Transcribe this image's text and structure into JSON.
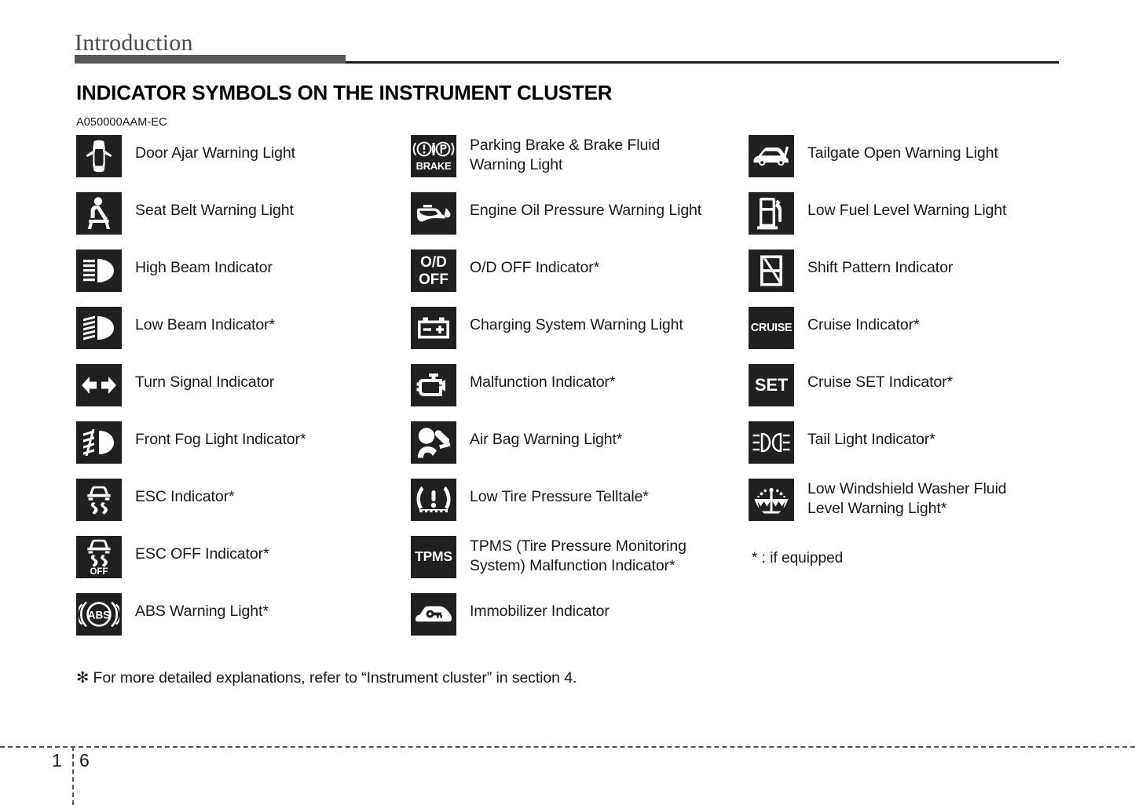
{
  "header": {
    "chapter_title": "Introduction",
    "section_title": "INDICATOR SYMBOLS ON THE INSTRUMENT CLUSTER",
    "doc_code": "A050000AAM-EC"
  },
  "icon_text": {
    "brake": "BRAKE",
    "od": "O/D",
    "od_off": "OFF",
    "cruise": "CRUISE",
    "set": "SET",
    "tpms": "TPMS",
    "esc_off": "OFF",
    "abs": "ABS"
  },
  "columns": [
    {
      "id": "col-1",
      "items": [
        {
          "icon": "door-ajar-icon",
          "label": "Door Ajar Warning Light"
        },
        {
          "icon": "seat-belt-icon",
          "label": "Seat Belt Warning Light"
        },
        {
          "icon": "high-beam-icon",
          "label": "High Beam Indicator"
        },
        {
          "icon": "low-beam-icon",
          "label": "Low Beam Indicator*"
        },
        {
          "icon": "turn-signal-icon",
          "label": "Turn Signal Indicator"
        },
        {
          "icon": "front-fog-light-icon",
          "label": "Front Fog Light Indicator*"
        },
        {
          "icon": "esc-icon",
          "label": "ESC Indicator*"
        },
        {
          "icon": "esc-off-icon",
          "label": "ESC OFF Indicator*"
        },
        {
          "icon": "abs-icon",
          "label": "ABS Warning Light*"
        }
      ]
    },
    {
      "id": "col-2",
      "items": [
        {
          "icon": "parking-brake-icon",
          "label_line1": "Parking Brake & Brake Fluid",
          "label_line2": "Warning Light"
        },
        {
          "icon": "engine-oil-pressure-icon",
          "label": "Engine Oil Pressure Warning Light"
        },
        {
          "icon": "od-off-icon",
          "label": "O/D OFF Indicator*"
        },
        {
          "icon": "charging-system-icon",
          "label": "Charging System Warning Light"
        },
        {
          "icon": "malfunction-icon",
          "label": "Malfunction Indicator*"
        },
        {
          "icon": "air-bag-icon",
          "label": "Air Bag Warning Light*"
        },
        {
          "icon": "low-tire-pressure-icon",
          "label": "Low Tire Pressure Telltale*"
        },
        {
          "icon": "tpms-icon",
          "label_line1": "TPMS (Tire Pressure Monitoring",
          "label_line2": "System) Malfunction Indicator*"
        },
        {
          "icon": "immobilizer-icon",
          "label": "Immobilizer Indicator"
        }
      ]
    },
    {
      "id": "col-3",
      "items": [
        {
          "icon": "tailgate-open-icon",
          "label": "Tailgate Open Warning Light"
        },
        {
          "icon": "low-fuel-icon",
          "label": "Low Fuel Level Warning Light"
        },
        {
          "icon": "shift-pattern-icon",
          "label": "Shift Pattern Indicator"
        },
        {
          "icon": "cruise-icon",
          "label": "Cruise Indicator*"
        },
        {
          "icon": "cruise-set-icon",
          "label": "Cruise SET Indicator*"
        },
        {
          "icon": "tail-light-icon",
          "label": "Tail Light Indicator*"
        },
        {
          "icon": "washer-fluid-icon",
          "label_line1": "Low Windshield Washer Fluid",
          "label_line2": "Level Warning Light*"
        }
      ],
      "equipped_note": "* : if equipped"
    }
  ],
  "bottom_note": "✻ For more detailed explanations, refer to “Instrument cluster” in section 4.",
  "footer": {
    "chapter_number": "1",
    "page_number": "6"
  },
  "colors": {
    "icon_background": "#221f1f",
    "icon_foreground": "#ffffff",
    "header_rule": "#575757",
    "text": "#1a1a1a"
  }
}
